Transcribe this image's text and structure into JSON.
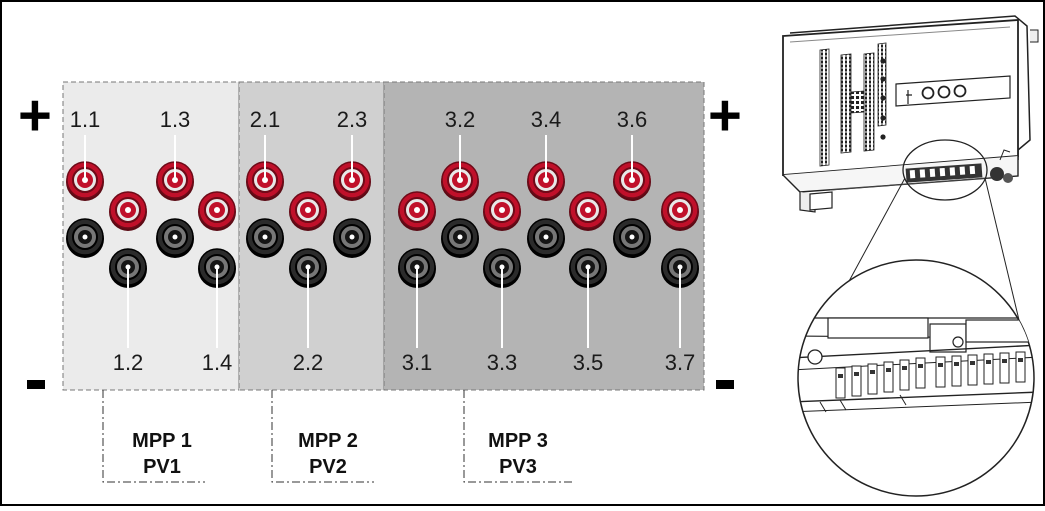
{
  "signs": {
    "plus": "+",
    "minus": "-"
  },
  "groups": [
    {
      "title": "MPP 1",
      "subtitle": "PV1",
      "fill": "#ebebeb",
      "connectors": [
        {
          "label": "1.1",
          "polarity": "plus"
        },
        {
          "label": "1.2",
          "polarity": "minus"
        },
        {
          "label": "1.3",
          "polarity": "plus"
        },
        {
          "label": "1.4",
          "polarity": "minus"
        }
      ]
    },
    {
      "title": "MPP 2",
      "subtitle": "PV2",
      "fill": "#d0d0d0",
      "connectors": [
        {
          "label": "2.1",
          "polarity": "plus"
        },
        {
          "label": "2.2",
          "polarity": "minus"
        },
        {
          "label": "2.3",
          "polarity": "plus"
        }
      ]
    },
    {
      "title": "MPP 3",
      "subtitle": "PV3",
      "fill": "#b4b4b4",
      "connectors": [
        {
          "label": "3.1",
          "polarity": "minus"
        },
        {
          "label": "3.2",
          "polarity": "plus"
        },
        {
          "label": "3.3",
          "polarity": "minus"
        },
        {
          "label": "3.4",
          "polarity": "plus"
        },
        {
          "label": "3.5",
          "polarity": "minus"
        },
        {
          "label": "3.6",
          "polarity": "plus"
        },
        {
          "label": "3.7",
          "polarity": "minus"
        }
      ]
    }
  ],
  "colors": {
    "plus_connector": "#c0102a",
    "minus_connector": "#2b2b2b",
    "frame": "#000000"
  },
  "icons": [
    "inverter-illustration",
    "magnifier-detail-circle"
  ]
}
